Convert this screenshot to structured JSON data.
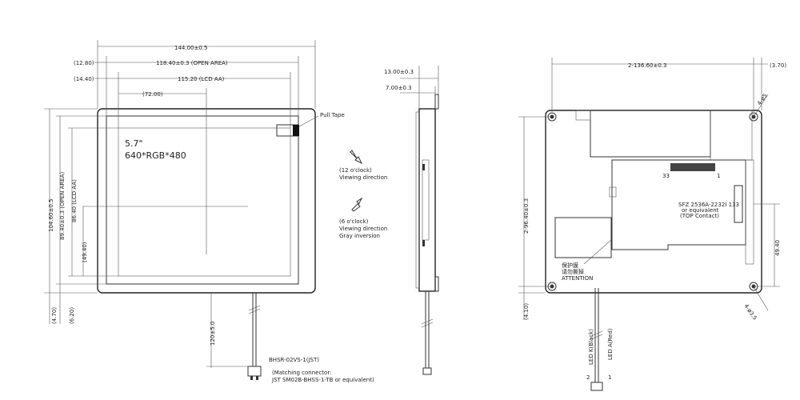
{
  "front": {
    "dim_width": "144.00±0.5",
    "dim_open_area_w": "118.40±0.3 (OPEN AREA)",
    "dim_lcd_aa_w": "115.20 (LCD AA)",
    "dim_half_w": "(72.00)",
    "dim_left1": "(12.80)",
    "dim_left2": "(14.40)",
    "dim_height": "104.60±0.5",
    "dim_open_area_h": "89.40±0.3 (OPEN AREA)",
    "dim_lcd_aa_h": "86.40 (LCD AA)",
    "dim_half_h": "(49.40)",
    "dim_bottom1": "(4.70)",
    "dim_bottom2": "(6.20)",
    "dim_cable": "120±5.0",
    "size_label": "5.7\"",
    "res_label": "640*RGB*480",
    "pull_tape": "Pull Tape",
    "connector": "BHSR-02VS-1(JST)",
    "matching_1": "(Matching connector:",
    "matching_2": "JST SM02B-BHSS-1-TB or equivalent)"
  },
  "viewing": {
    "twelve_1": "(12 o'clock)",
    "twelve_2": "Viewing direction",
    "six_1": "(6 o'clock)",
    "six_2": "Viewing direction",
    "six_3": "Gray inversion"
  },
  "side": {
    "dim_t1": "13.00±0.3",
    "dim_t2": "7.00±0.3"
  },
  "back": {
    "dim_holes_w": "2-136.60±0.3",
    "dim_right": "(3.70)",
    "dim_holes_h": "2-96.40±0.3",
    "dim_bottom": "(4.10)",
    "dim_side": "49.40",
    "dim_hole_d1": "4-ø5",
    "dim_hole_d2": "4-ø3.5",
    "fpc_label_1": "SFZ 2536A-2232I 133",
    "fpc_label_2": "or equivalent",
    "fpc_label_3": "(TOP Contact)",
    "pin_1": "1",
    "pin_33": "33",
    "led_k": "LED K(Black)",
    "led_a": "LED A(Red)",
    "pin_2": "2",
    "pin_1b": "1",
    "sticker_1": "保护膜",
    "sticker_2": "请勿撕掉",
    "sticker_3": "ATTENTION"
  }
}
